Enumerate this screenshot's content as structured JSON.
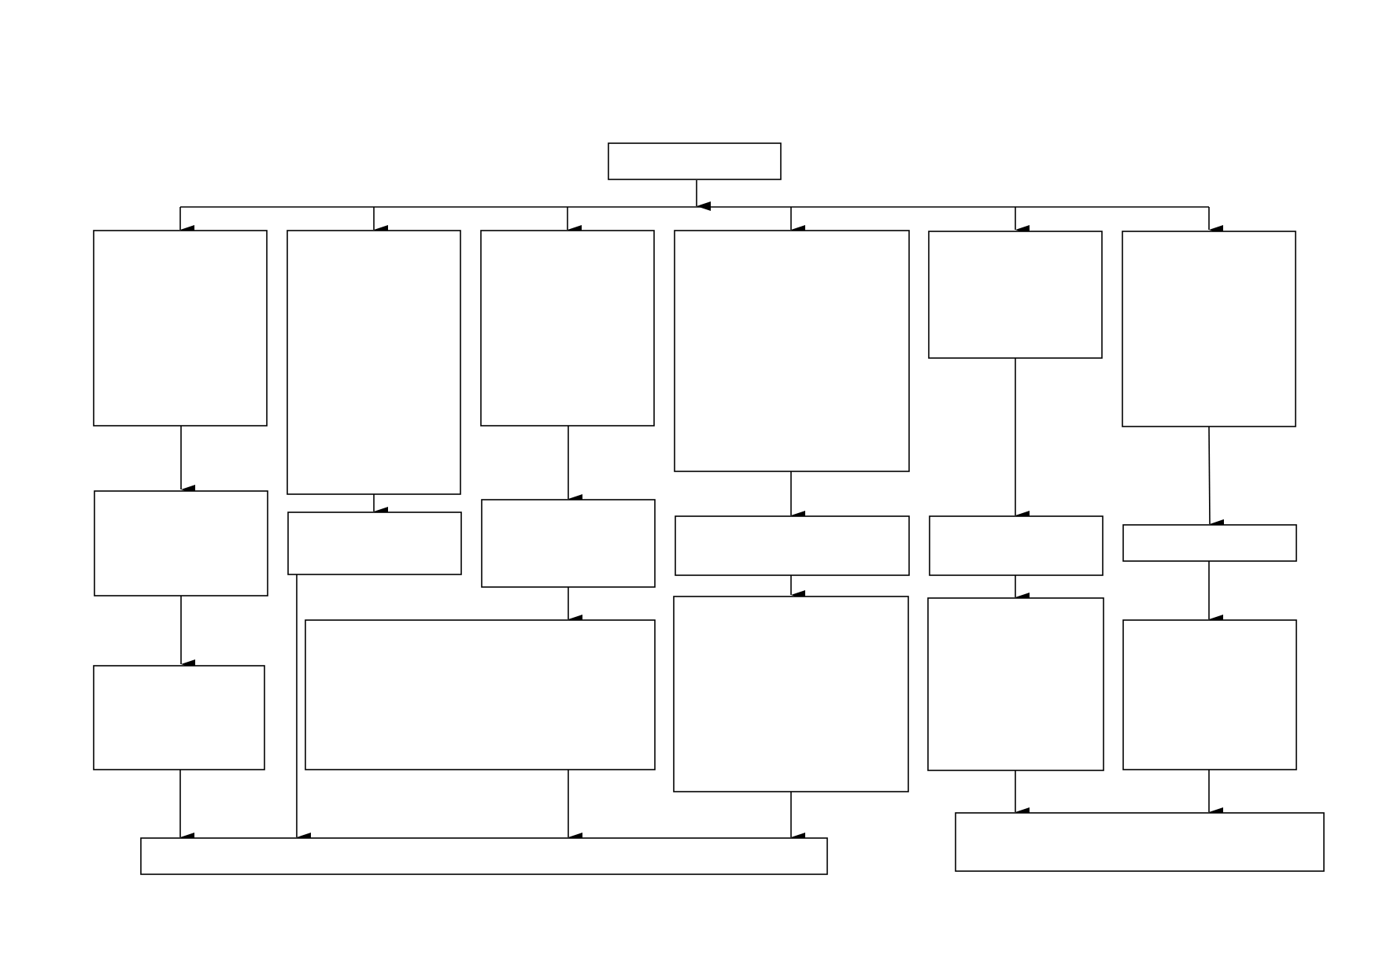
{
  "diagram": {
    "title": "",
    "line_color": "#000000",
    "box_fill": "#ffffff",
    "nodes": [
      {
        "id": "root",
        "text": ""
      },
      {
        "id": "c1-top",
        "text": ""
      },
      {
        "id": "c1-mid",
        "text": ""
      },
      {
        "id": "c1-low",
        "text": ""
      },
      {
        "id": "c2-top",
        "text": ""
      },
      {
        "id": "c2-mid",
        "text": ""
      },
      {
        "id": "c3-top",
        "text": ""
      },
      {
        "id": "c3-mid",
        "text": ""
      },
      {
        "id": "c23-low",
        "text": ""
      },
      {
        "id": "c4-top",
        "text": ""
      },
      {
        "id": "c4-mid",
        "text": ""
      },
      {
        "id": "c4-low",
        "text": ""
      },
      {
        "id": "c5-top",
        "text": ""
      },
      {
        "id": "c5-mid",
        "text": ""
      },
      {
        "id": "c5-low",
        "text": ""
      },
      {
        "id": "c6-top",
        "text": ""
      },
      {
        "id": "c6-mid",
        "text": ""
      },
      {
        "id": "c6-low",
        "text": ""
      },
      {
        "id": "bottom-left",
        "text": ""
      },
      {
        "id": "bottom-right",
        "text": ""
      }
    ]
  }
}
